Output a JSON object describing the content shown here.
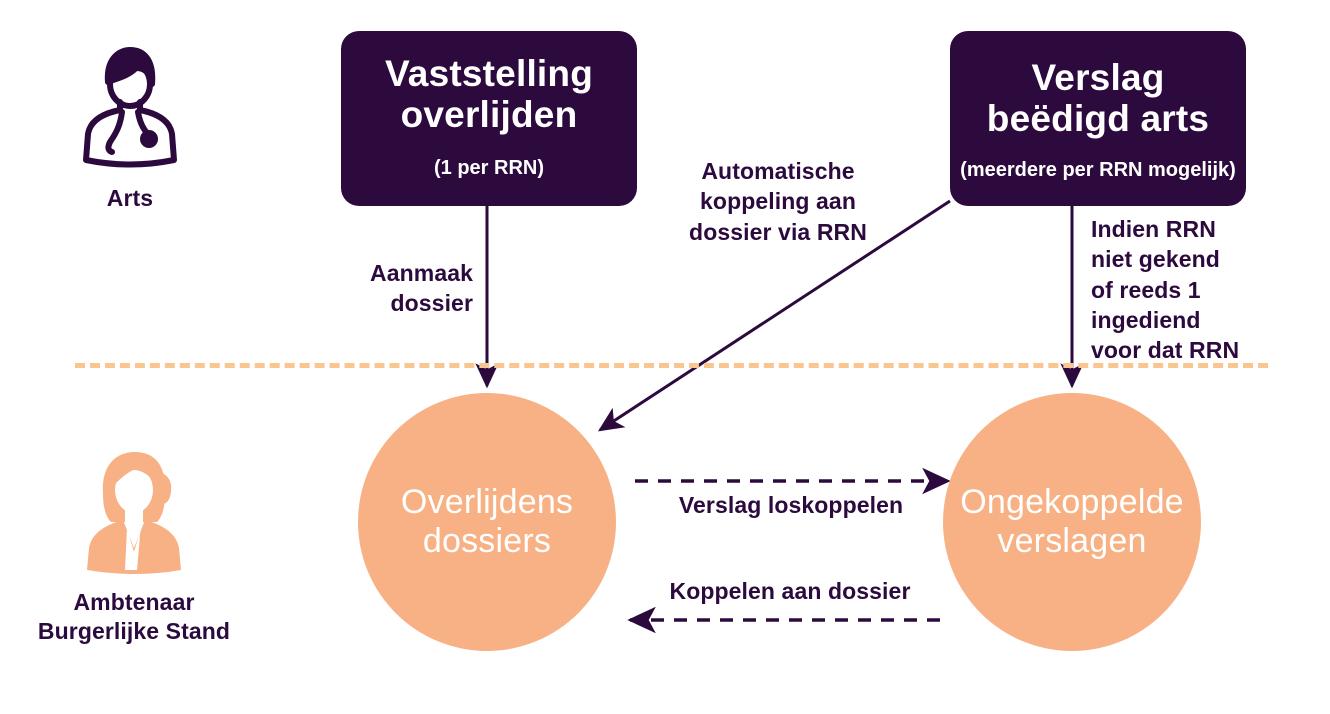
{
  "palette": {
    "dark_purple": "#2c0a3e",
    "peach": "#f7b184",
    "peach_light": "#f8c68e",
    "background": "#ffffff",
    "white": "#ffffff"
  },
  "actors": [
    {
      "id": "arts",
      "label": "Arts",
      "icon": "doctor-icon",
      "icon_style": "outline",
      "icon_color": "#2c0a3e"
    },
    {
      "id": "ambtenaar",
      "label": "Ambtenaar\nBurgerlijke Stand",
      "icon": "civil-servant-icon",
      "icon_style": "filled",
      "icon_color": "#f7b184"
    }
  ],
  "boxes": [
    {
      "id": "vaststelling",
      "title": "Vaststelling\noverlijden",
      "subtitle": "(1 per RRN)"
    },
    {
      "id": "verslag",
      "title": "Verslag\nbeëdigd arts",
      "subtitle": "(meerdere per RRN mogelijk)"
    }
  ],
  "circles": [
    {
      "id": "overlijdensdossiers",
      "label": "Overlijdens\ndossiers"
    },
    {
      "id": "ongekoppelde-verslagen",
      "label": "Ongekoppelde\nverslagen"
    }
  ],
  "edges": [
    {
      "id": "aanmaak-dossier",
      "label": "Aanmaak\ndossier",
      "from": "vaststelling",
      "to": "overlijdensdossiers",
      "style": "solid",
      "direction": "down"
    },
    {
      "id": "automatische-koppeling",
      "label": "Automatische\nkoppeling aan\ndossier via RRN",
      "from": "verslag",
      "to": "overlijdensdossiers",
      "style": "solid",
      "direction": "diagonal-down-left"
    },
    {
      "id": "indien-rrn",
      "label": "Indien RRN\nniet gekend\nof reeds 1\ningediend\nvoor dat RRN",
      "from": "verslag",
      "to": "ongekoppelde-verslagen",
      "style": "solid",
      "direction": "down"
    },
    {
      "id": "verslag-loskoppelen",
      "label": "Verslag loskoppelen",
      "from": "overlijdensdossiers",
      "to": "ongekoppelde-verslagen",
      "style": "dashed",
      "direction": "right"
    },
    {
      "id": "koppelen-aan-dossier",
      "label": "Koppelen aan dossier",
      "from": "ongekoppelde-verslagen",
      "to": "overlijdensdossiers",
      "style": "dashed",
      "direction": "left"
    }
  ],
  "divider": {
    "id": "swimlane-divider",
    "style": "dashed",
    "color": "#f8c68e",
    "separates": [
      "Arts",
      "Ambtenaar Burgerlijke Stand"
    ]
  }
}
